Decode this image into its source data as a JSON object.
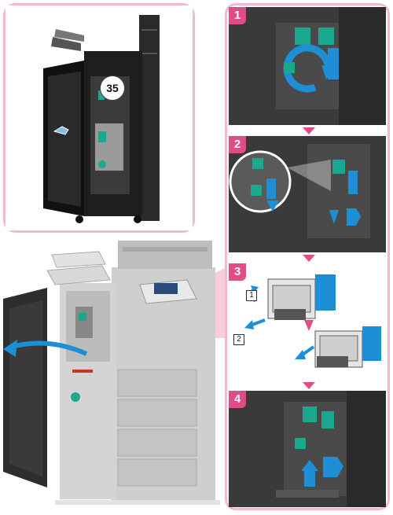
{
  "overview": {
    "callout_label": "35"
  },
  "steps": [
    {
      "number": "1"
    },
    {
      "number": "2"
    },
    {
      "number": "3",
      "sub_labels": [
        "1",
        "2"
      ]
    },
    {
      "number": "4"
    }
  ],
  "colors": {
    "step_badge": "#e04d86",
    "frame_border": "#f4b8cf",
    "highlight_blue": "#1e8fd6",
    "part_green": "#1aa88f",
    "machine_gray": "#cfcfcf",
    "panel_dark": "#333333",
    "connector_pink": "#f7c6d9"
  },
  "icons": [
    "step-arrow-down-icon",
    "open-door-arrow-icon",
    "rotate-arrow-icon",
    "push-arrow-icon",
    "pull-arrow-icon"
  ]
}
